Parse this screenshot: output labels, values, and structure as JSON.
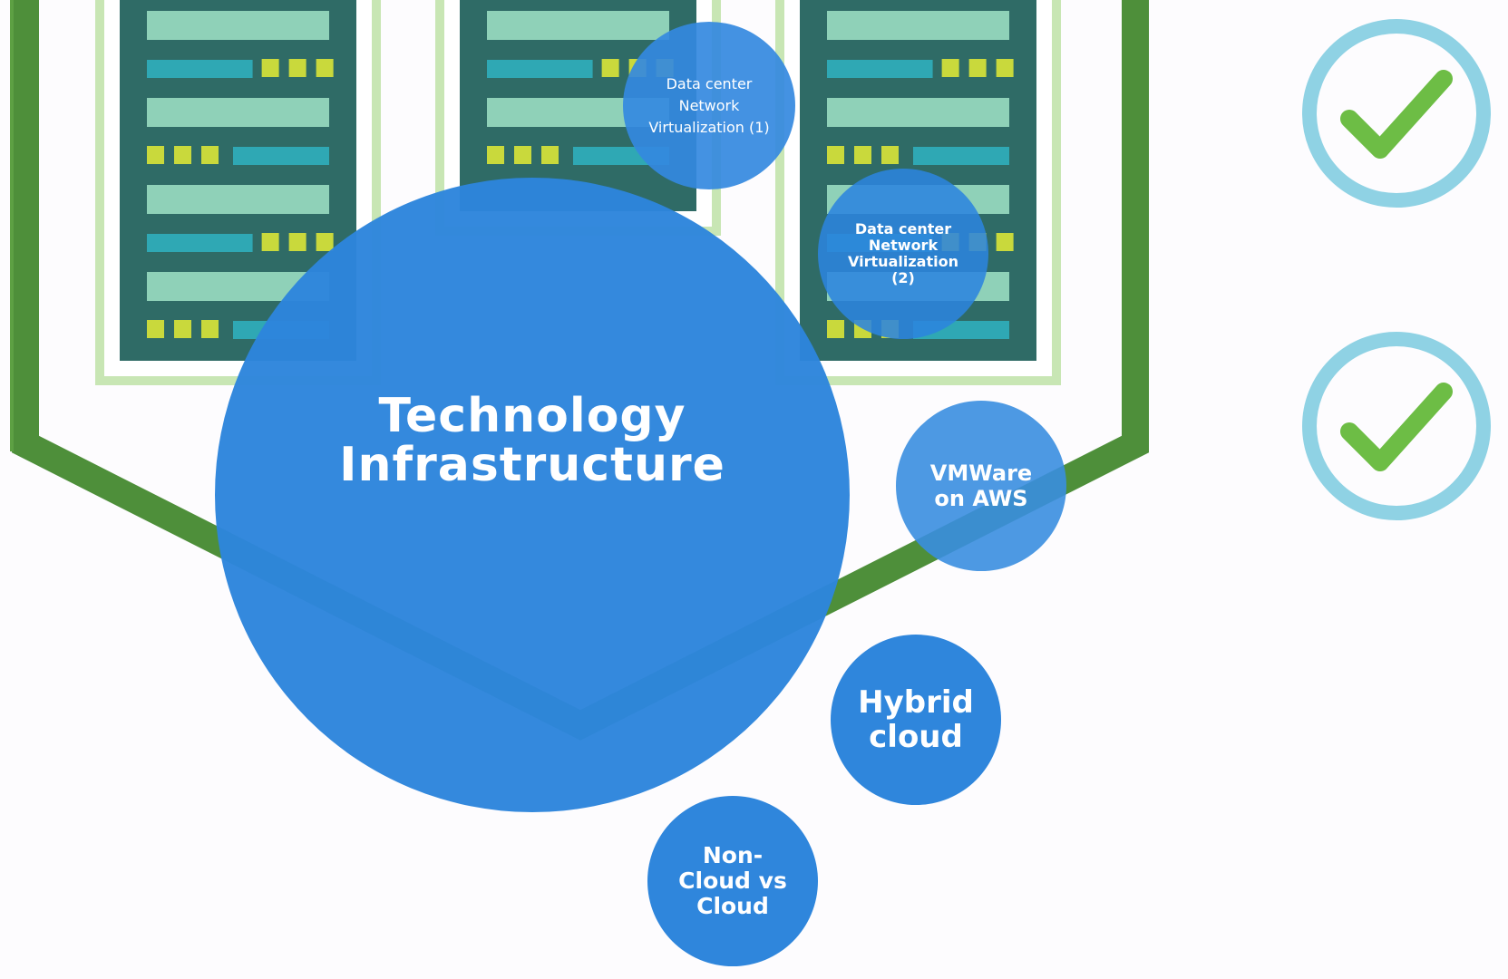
{
  "colors": {
    "background": "#fdfcfe",
    "frame_green": "#4e8f3a",
    "frame_green_light": "#6db34f",
    "rack_border": "#c8e6b4",
    "rack_body": "#2f6b66",
    "slot_light": "#8fd1b8",
    "slot_teal": "#2fa8b4",
    "led_yellow": "#c9d93c",
    "bubble_main": "#2f86dc",
    "bubble_small": "#3a8ee0",
    "check_ring": "#8fd2e4",
    "check_mark": "#6dbd45"
  },
  "icons": [
    "server-rack-icon",
    "check-circle-icon"
  ],
  "diagram": {
    "main_topic": "Technology Infrastructure",
    "subtopics": {
      "dcnv1": "Data center Network Virtualization (1)",
      "dcnv2": "Data center Network Virtualization (2)",
      "vmware": "VMWare on AWS",
      "hybrid": "Hybrid cloud",
      "noncloud": "Non-Cloud vs Cloud"
    }
  }
}
